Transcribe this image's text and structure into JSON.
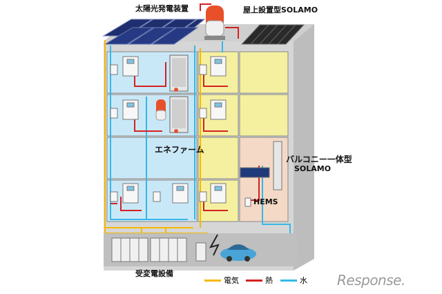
{
  "labels": {
    "solar": "太陽光発電装置",
    "rooftop_solamo": "屋上設置型SOLAMO",
    "enefarm": "エネファーム",
    "balcony_solamo_line1": "バルコニー一体型",
    "balcony_solamo_line2": "SOLAMO",
    "hems": "HEMS",
    "substation": "受変電設備"
  },
  "legend": [
    {
      "label": "電気",
      "color": "#f5b800"
    },
    {
      "label": "熱",
      "color": "#d42020"
    },
    {
      "label": "水",
      "color": "#35b7e6"
    }
  ],
  "logo": "Response."
}
